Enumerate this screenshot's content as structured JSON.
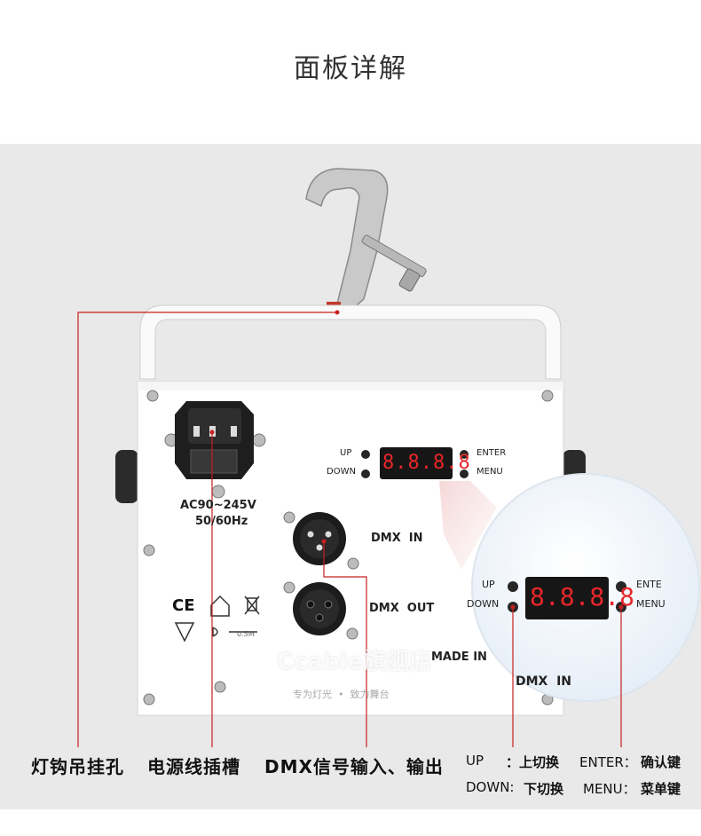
{
  "title": "面板详解",
  "panel": {
    "up": "UP",
    "down": "DOWN",
    "enter": "ENTER",
    "menu": "MENU",
    "display": "8.8.8.8",
    "voltage": "AC90~245V",
    "frequency": "50/60Hz",
    "dmx_in": "DMX  IN",
    "dmx_out": "DMX  OUT",
    "made_in": "MADE IN",
    "cert_ce": "CE",
    "distance": "0.5M"
  },
  "zoom": {
    "up": "UP",
    "down": "DOWN",
    "enter": "ENTE",
    "menu": "MENU",
    "display": "8.8.8.8",
    "dmx_in": "DMX  IN"
  },
  "watermark": {
    "brand": "Ccable旗舰店",
    "slogan": "专为灯光  •  致力舞台"
  },
  "labels": {
    "hook": "灯钩吊挂孔",
    "power": "电源线插槽",
    "dmx": "DMX信号输入、输出",
    "up_key": "UP",
    "up_desc": "：上切换",
    "down_key": "DOWN:",
    "down_desc": "下切换",
    "enter_key": "ENTER：",
    "enter_desc": "确认键",
    "menu_key": "MENU：",
    "menu_desc": "菜单键"
  },
  "colors": {
    "accent_line": "#c8201e",
    "led": "#e8262a",
    "background": "#e9e9e9"
  }
}
